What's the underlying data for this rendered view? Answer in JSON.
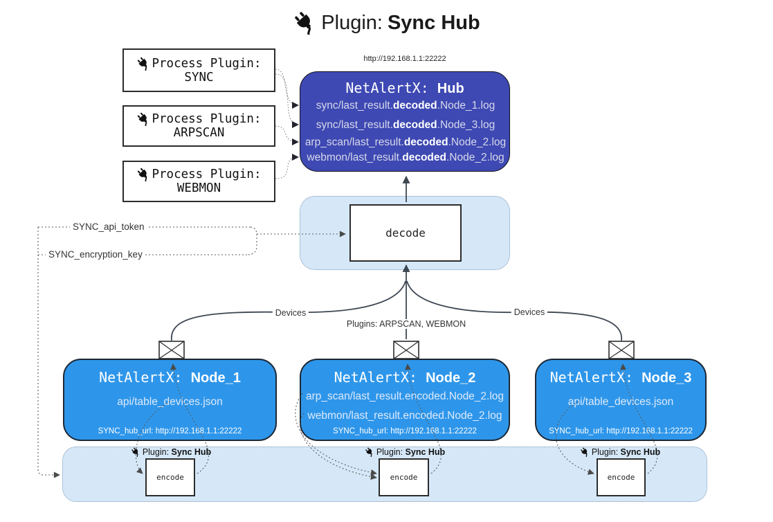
{
  "title": {
    "icon": "plug-icon",
    "prefix": "Plugin: ",
    "bold": "Sync Hub"
  },
  "process_plugins": [
    {
      "icon": "plug-icon",
      "label": "Process Plugin:",
      "name": "SYNC"
    },
    {
      "icon": "plug-icon",
      "label": "Process Plugin:",
      "name": "ARPSCAN"
    },
    {
      "icon": "plug-icon",
      "label": "Process Plugin:",
      "name": "WEBMON"
    }
  ],
  "hub": {
    "url": "http://192.168.1.1:22222",
    "name_prefix": "NetAlertX: ",
    "name_bold": "Hub",
    "logs": [
      {
        "pre": "sync/last_result.",
        "bold": "decoded",
        "post": ".Node_1.log"
      },
      {
        "pre": "sync/last_result.",
        "bold": "decoded",
        "post": ".Node_3.log"
      },
      {
        "pre": "arp_scan/last_result.",
        "bold": "decoded",
        "post": ".Node_2.log"
      },
      {
        "pre": "webmon/last_result.",
        "bold": "decoded",
        "post": ".Node_2.log"
      }
    ]
  },
  "decode_box": {
    "label": "decode"
  },
  "settings": {
    "api_token": "SYNC_api_token",
    "encryption_key": "SYNC_encryption_key"
  },
  "edge_labels": {
    "devices_left": "Devices",
    "plugins": "Plugins: ARPSCAN, WEBMON",
    "devices_right": "Devices"
  },
  "nodes": [
    {
      "icon": "envelope-icon",
      "name_prefix": "NetAlertX: ",
      "name_bold": "Node_1",
      "files": [
        "api/table_devices.json"
      ],
      "hub_url": "SYNC_hub_url: http://192.168.1.1:22222"
    },
    {
      "icon": "envelope-icon",
      "name_prefix": "NetAlertX: ",
      "name_bold": "Node_2",
      "files": [
        "arp_scan/last_result.encoded.Node_2.log",
        "webmon/last_result.encoded.Node_2.log"
      ],
      "hub_url": "SYNC_hub_url: http://192.168.1.1:22222"
    },
    {
      "icon": "envelope-icon",
      "name_prefix": "NetAlertX: ",
      "name_bold": "Node_3",
      "files": [
        "api/table_devices.json"
      ],
      "hub_url": "SYNC_hub_url: http://192.168.1.1:22222"
    }
  ],
  "encode_sections": [
    {
      "icon": "plug-icon",
      "plugin_prefix": "Plugin: ",
      "plugin_bold": "Sync Hub",
      "label": "encode"
    },
    {
      "icon": "plug-icon",
      "plugin_prefix": "Plugin: ",
      "plugin_bold": "Sync Hub",
      "label": "encode"
    },
    {
      "icon": "plug-icon",
      "plugin_prefix": "Plugin: ",
      "plugin_bold": "Sync Hub",
      "label": "encode"
    }
  ],
  "colors": {
    "hub": "#3E49B3",
    "node": "#2E96EA",
    "container": "#D6E8F8"
  }
}
